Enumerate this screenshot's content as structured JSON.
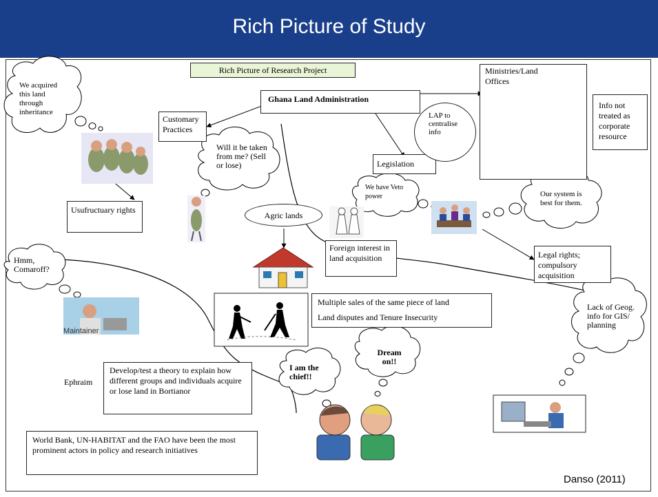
{
  "slide": {
    "title": "Rich Picture of Study",
    "credit": "Danso (2011)"
  },
  "labels": {
    "research_project": "Rich Picture of Research Project",
    "ghana_land_admin": "Ghana Land Administration",
    "customary_practices": "Customary Practices",
    "legislation": "Legislation",
    "ministries": "Ministries/Land Offices",
    "info_not_treated": "Info not treated as corporate resource",
    "usufructuary": "Usufructuary rights",
    "agric_lands": "Agric lands",
    "foreign_interest": "Foreign interest in land acquisition",
    "legal_rights": "Legal rights; compulsory acquisition",
    "multiple_sales": "Multiple sales of the same piece of land",
    "land_disputes": "Land disputes and Tenure Insecurity",
    "ephraim": "Ephraim",
    "develop_theory": "Develop/test a theory to explain how different groups and individuals acquire or lose land in Bortianor",
    "world_bank": "World Bank, UN-HABITAT and the FAO have been the most prominent actors in policy and research initiatives",
    "lap": "LAP to centralise info",
    "maintainer": "Maintainer"
  },
  "thoughts": {
    "inheritance": "We acquired this land through inheritance",
    "taken": "Will it be taken from me? (Sell or lose)",
    "veto": "We have Veto power",
    "our_system": "Our system is best for them.",
    "hmm": "Hmm, Comaroff?",
    "chief": "I am the chief!!",
    "dream": "Dream on!!",
    "geog": "Lack of Geog. info for GIS/ planning"
  },
  "colors": {
    "title_bar": "#1a3f8a",
    "highlight_box": "#e9f5d6",
    "roof": "#c0392b"
  }
}
